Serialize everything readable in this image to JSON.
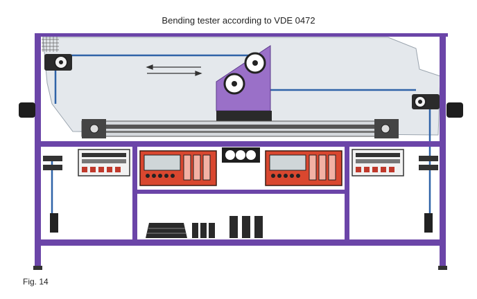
{
  "figure": {
    "title": "Bending tester according to VDE 0472",
    "caption": "Fig. 14"
  },
  "colors": {
    "frame": "#6b45a8",
    "carriage": "#9a70c8",
    "cable": "#2f63a8",
    "instrument": "#d9472f",
    "background_panel": "#e4e8ec",
    "rail": "#444444"
  },
  "components": [
    {
      "id": "left-pulley",
      "icon": "pulley-icon"
    },
    {
      "id": "right-pulley",
      "icon": "pulley-icon"
    },
    {
      "id": "carriage",
      "icon": "carriage-icon"
    },
    {
      "id": "double-arrow",
      "icon": "double-arrow-icon"
    },
    {
      "id": "counter-weights",
      "icon": "weight-icon"
    },
    {
      "id": "instrument-panels",
      "icon": "control-panel-icon"
    }
  ]
}
